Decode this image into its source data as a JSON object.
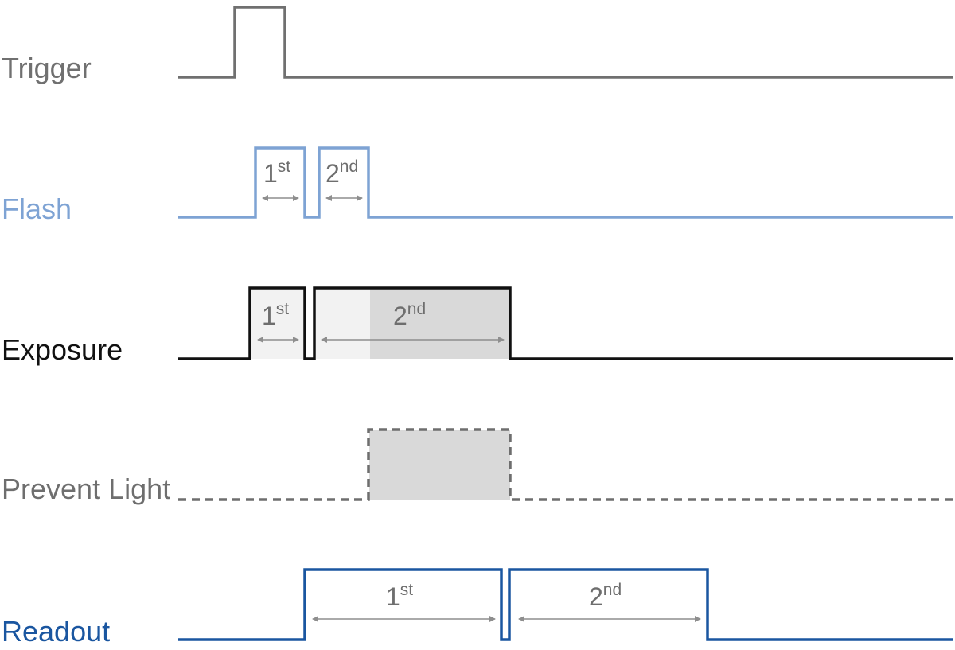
{
  "colors": {
    "trigger": "#707070",
    "flash": "#7ea3d4",
    "exposure": "#111111",
    "prevent_light": "#6e6e6e",
    "readout": "#1a56a0",
    "arrow": "#8e8e8e",
    "shade_light": "#f2f2f2",
    "shade_dark": "#d9d9d9"
  },
  "signals": {
    "trigger": {
      "label": "Trigger"
    },
    "flash": {
      "label": "Flash",
      "pulses": [
        {
          "number": "1",
          "suffix": "st"
        },
        {
          "number": "2",
          "suffix": "nd"
        }
      ]
    },
    "exposure": {
      "label": "Exposure",
      "pulses": [
        {
          "number": "1",
          "suffix": "st"
        },
        {
          "number": "2",
          "suffix": "nd"
        }
      ]
    },
    "prevent_light": {
      "label": "Prevent Light"
    },
    "readout": {
      "label": "Readout",
      "pulses": [
        {
          "number": "1",
          "suffix": "st"
        },
        {
          "number": "2",
          "suffix": "nd"
        }
      ]
    }
  }
}
